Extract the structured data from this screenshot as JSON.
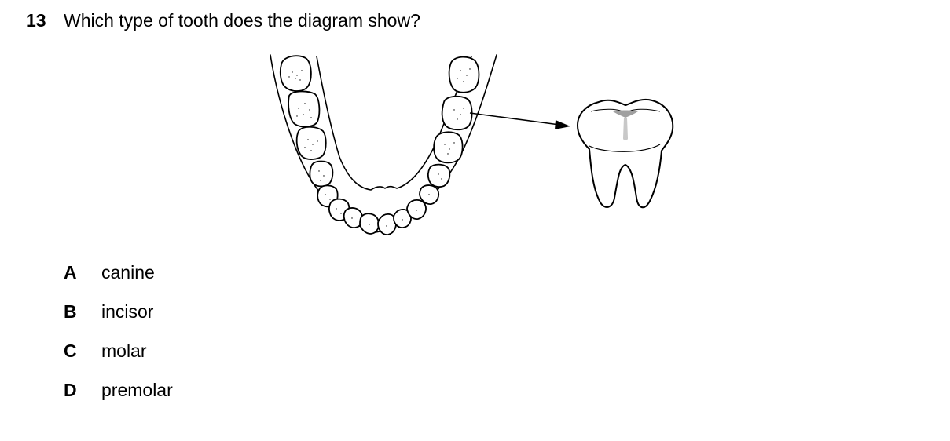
{
  "question": {
    "number": "13",
    "text": "Which type of tooth does the diagram show?"
  },
  "options": [
    {
      "letter": "A",
      "text": "canine"
    },
    {
      "letter": "B",
      "text": "incisor"
    },
    {
      "letter": "C",
      "text": "molar"
    },
    {
      "letter": "D",
      "text": "premolar"
    }
  ],
  "diagram": {
    "colors": {
      "outline": "#000000",
      "fill": "#ffffff",
      "pulp": "#a0a0a0"
    }
  }
}
